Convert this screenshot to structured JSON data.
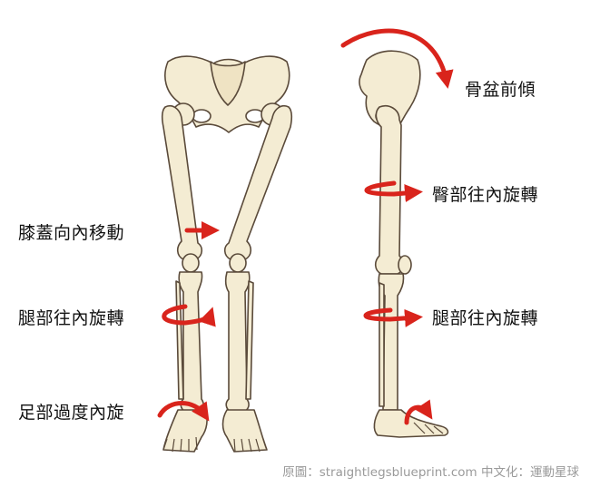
{
  "labels": {
    "pelvis_tilt": "骨盆前傾",
    "hip_internal_rotation": "臀部往內旋轉",
    "knee_inward": "膝蓋向內移動",
    "leg_internal_rotation_front": "腿部往內旋轉",
    "leg_internal_rotation_side": "腿部往內旋轉",
    "foot_pronation": "足部過度內旋"
  },
  "credit": "原圖：straightlegsblueprint.com 中文化：運動星球",
  "colors": {
    "arrow": "#d9241c",
    "bone_fill": "#f4ecd3",
    "bone_stroke": "#5a4a3a",
    "credit": "#9a9a9a"
  }
}
